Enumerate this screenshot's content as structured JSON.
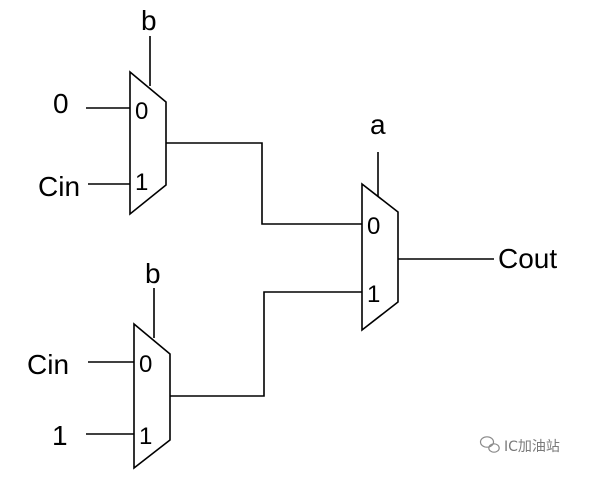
{
  "mux_top": {
    "select": "b",
    "in0_label": "0",
    "in1_label": "1",
    "in0_source": "0",
    "in1_source": "Cin"
  },
  "mux_bottom": {
    "select": "b",
    "in0_label": "0",
    "in1_label": "1",
    "in0_source": "Cin",
    "in1_source": "1"
  },
  "mux_out": {
    "select": "a",
    "in0_label": "0",
    "in1_label": "1",
    "output": "Cout"
  },
  "watermark": "IC加油站",
  "colors": {
    "stroke": "#000000",
    "background": "#ffffff",
    "watermark": "#7a7a7a"
  }
}
